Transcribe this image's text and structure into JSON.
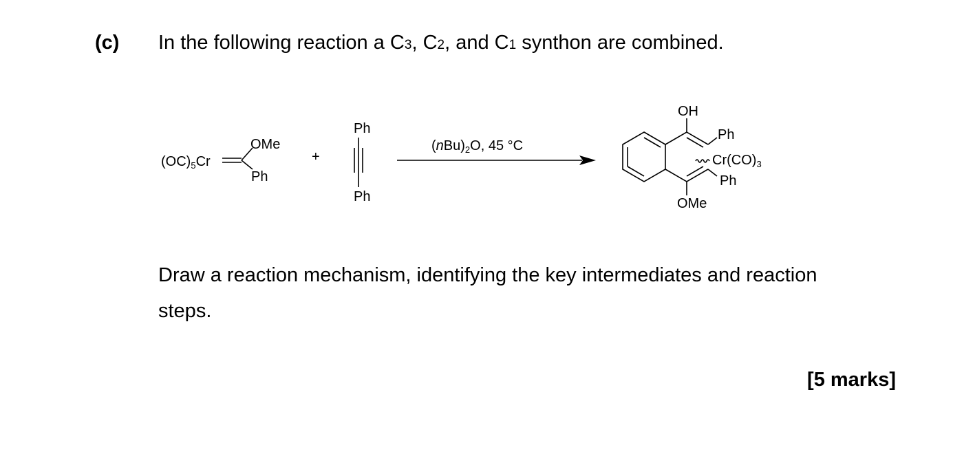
{
  "question": {
    "label": "(c)",
    "intro_parts": [
      "In the following reaction a C",
      "3",
      ", C",
      "2",
      ", and C",
      "1",
      " synthon are combined."
    ],
    "instruction": "Draw a reaction mechanism, identifying the key intermediates and reaction steps.",
    "marks": "[5 marks]"
  },
  "scheme": {
    "carbene": {
      "metal_fragment": [
        "(OC)",
        "5",
        "Cr"
      ],
      "upper_substituent": "OMe",
      "lower_substituent": "Ph"
    },
    "plus": "+",
    "alkyne": {
      "top": "Ph",
      "bottom": "Ph"
    },
    "conditions": [
      "(",
      "n",
      "Bu)",
      "2",
      "O, 45 °C"
    ],
    "product": {
      "top": "OH",
      "bottom": "OMe",
      "ph_upper": "Ph",
      "ph_lower": "Ph",
      "metal": [
        "Cr(CO)",
        "3"
      ]
    }
  }
}
